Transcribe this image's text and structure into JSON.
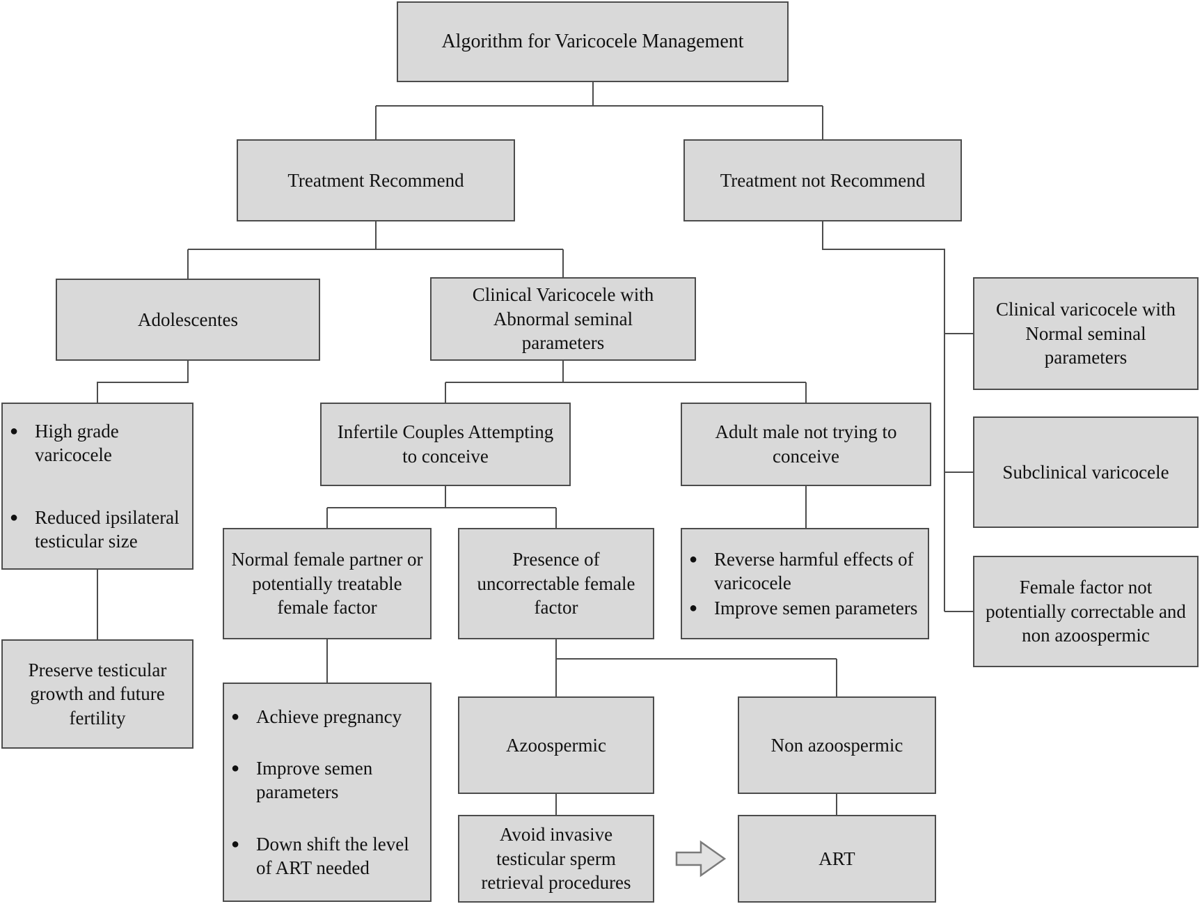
{
  "diagram": {
    "title": "Algorithm for Varicocele Management",
    "colors": {
      "box_fill": "#d9d9d9",
      "box_border": "#4c4c4c",
      "connector_line": "#4c4c4c",
      "text": "#111111",
      "background": "#ffffff",
      "arrow_fill": "#e2e2e2",
      "arrow_outline": "#7a7a7a"
    },
    "icons": {
      "flow_arrow": "right-block-arrow"
    },
    "nodes": {
      "root": {
        "label": "Algorithm for Varicocele Management"
      },
      "treatment_recommend": {
        "label": "Treatment Recommend"
      },
      "treatment_not_recommend": {
        "label": "Treatment not Recommend"
      },
      "adolescentes": {
        "label": "Adolescentes"
      },
      "clinical_abnormal": {
        "label": "Clinical Varicocele with Abnormal seminal parameters"
      },
      "clinical_normal": {
        "label": "Clinical varicocele with Normal seminal parameters"
      },
      "subclinical": {
        "label": "Subclinical varicocele"
      },
      "female_factor_not_correctable": {
        "label": "Female factor not potentially correctable and non azoospermic"
      },
      "adolescent_indications": {
        "bullets": [
          "High grade varicocele",
          "Reduced ipsilateral testicular size"
        ]
      },
      "infertile_couples": {
        "label": "Infertile Couples Attempting to conceive"
      },
      "adult_male_not_trying": {
        "label": "Adult male not trying to conceive"
      },
      "normal_female_partner": {
        "label": "Normal female partner or potentially treatable female factor"
      },
      "uncorrectable_female_factor": {
        "label": "Presence of uncorrectable female factor"
      },
      "adult_male_goals": {
        "bullets": [
          "Reverse harmful effects of varicocele",
          "Improve semen parameters"
        ]
      },
      "preserve_testicular": {
        "label": "Preserve testicular growth and future fertility"
      },
      "treatment_goals": {
        "bullets": [
          "Achieve pregnancy",
          "Improve semen parameters",
          "Down shift the level of ART needed"
        ]
      },
      "azoospermic": {
        "label": "Azoospermic"
      },
      "non_azoospermic": {
        "label": "Non azoospermic"
      },
      "avoid_invasive": {
        "label": "Avoid invasive testicular sperm retrieval procedures"
      },
      "art": {
        "label": "ART"
      }
    }
  }
}
